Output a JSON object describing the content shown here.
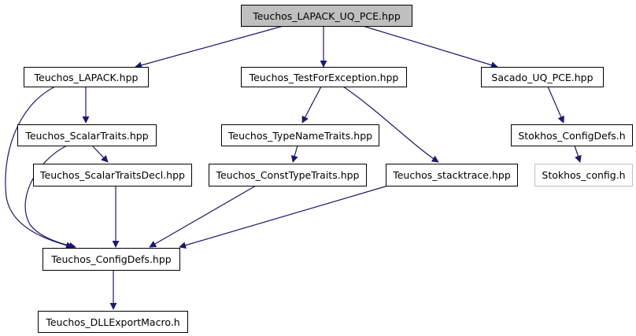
{
  "colors": {
    "edge": "#191970",
    "node_border": "#000000",
    "root_fill": "#bfbfbf",
    "external_border": "#bfbfbf"
  },
  "nodes": {
    "root": "Teuchos_LAPACK_UQ_PCE.hpp",
    "lapack": "Teuchos_LAPACK.hpp",
    "testforexception": "Teuchos_TestForException.hpp",
    "sacado_uq_pce": "Sacado_UQ_PCE.hpp",
    "scalartraits": "Teuchos_ScalarTraits.hpp",
    "typenametraits": "Teuchos_TypeNameTraits.hpp",
    "stokhos_configdefs": "Stokhos_ConfigDefs.h",
    "scalartraitsdecl": "Teuchos_ScalarTraitsDecl.hpp",
    "consttypetraits": "Teuchos_ConstTypeTraits.hpp",
    "stacktrace": "Teuchos_stacktrace.hpp",
    "stokhos_config": "Stokhos_config.h",
    "configdefs": "Teuchos_ConfigDefs.hpp",
    "dllexportmacro": "Teuchos_DLLExportMacro.h"
  }
}
